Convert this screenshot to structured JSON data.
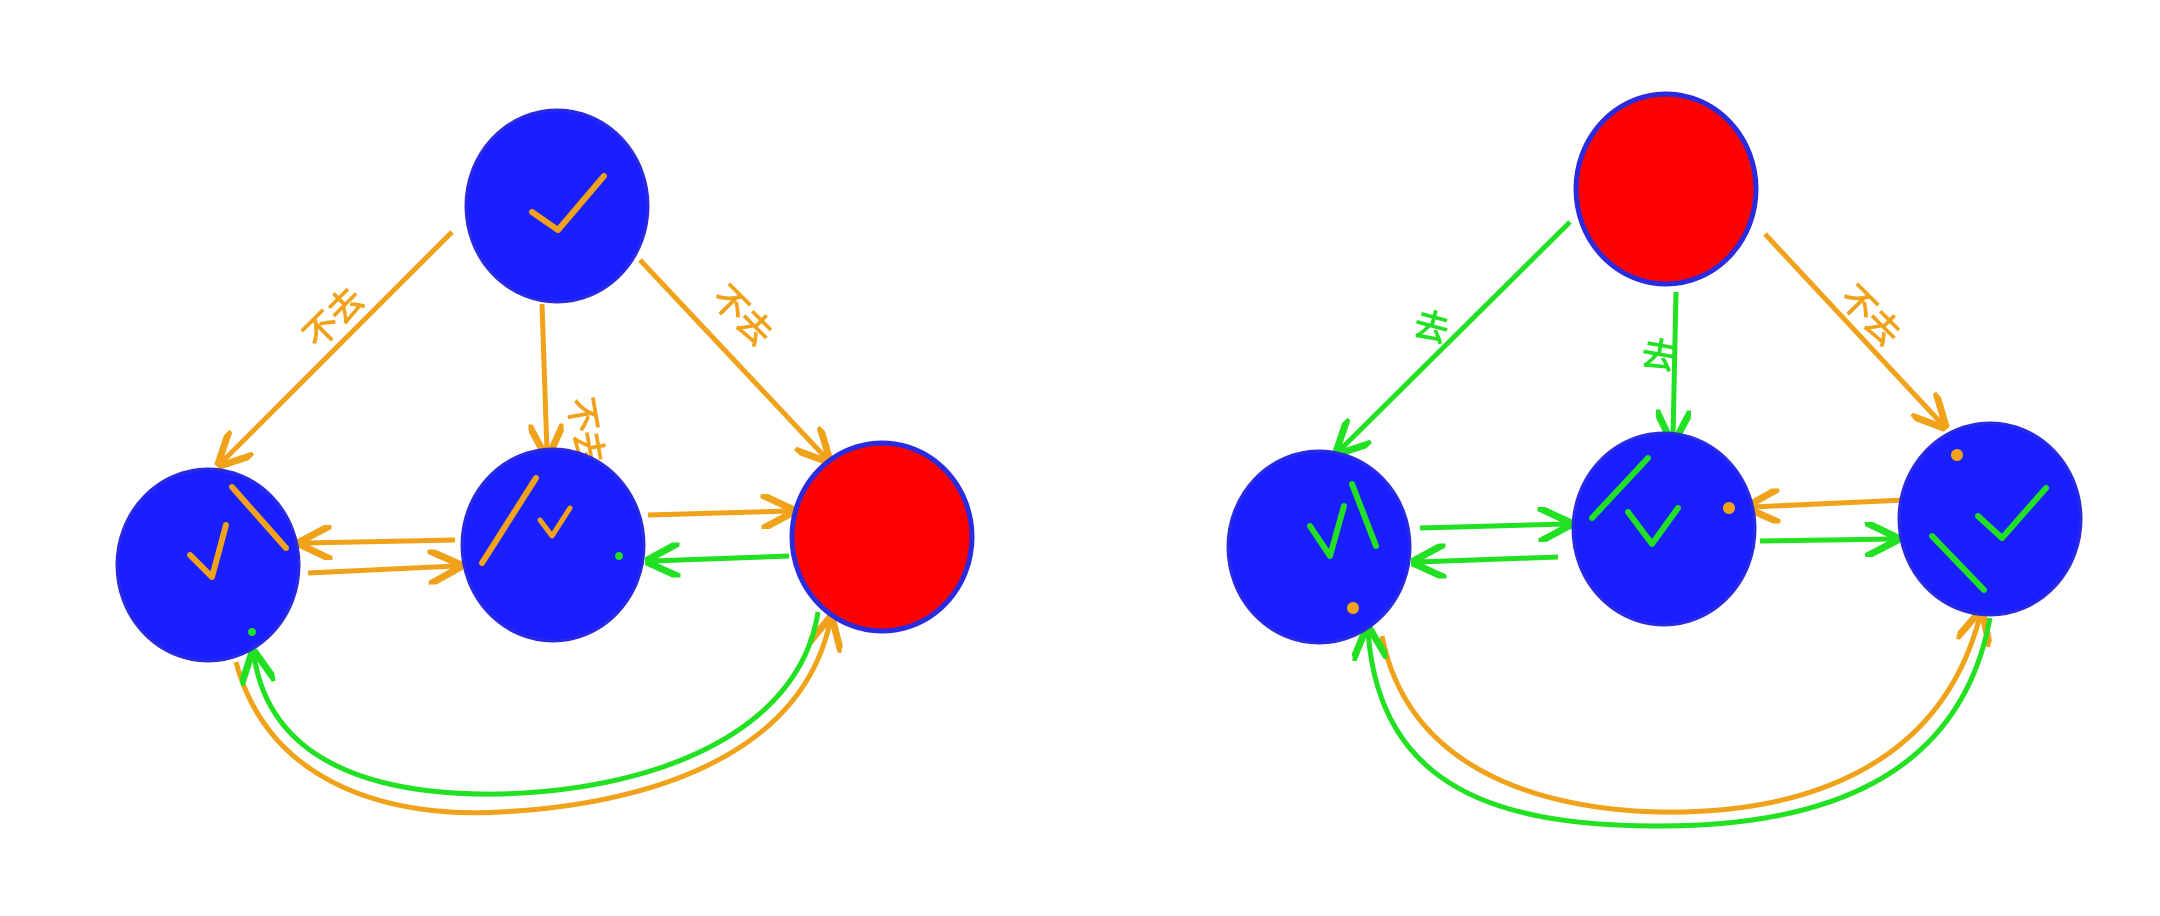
{
  "colors": {
    "node_blue": "#1a1fff",
    "node_red": "#ff0000",
    "node_outline": "#2a2ae0",
    "orange": "#f0a21a",
    "green": "#22e022",
    "background": "#ffffff"
  },
  "left_graph": {
    "labels": {
      "top_to_left": "不去",
      "top_to_middle": "不去",
      "top_to_right": "不去"
    }
  },
  "right_graph": {
    "labels": {
      "top_to_left": "去",
      "top_to_middle": "去",
      "top_to_right": "不去"
    }
  }
}
